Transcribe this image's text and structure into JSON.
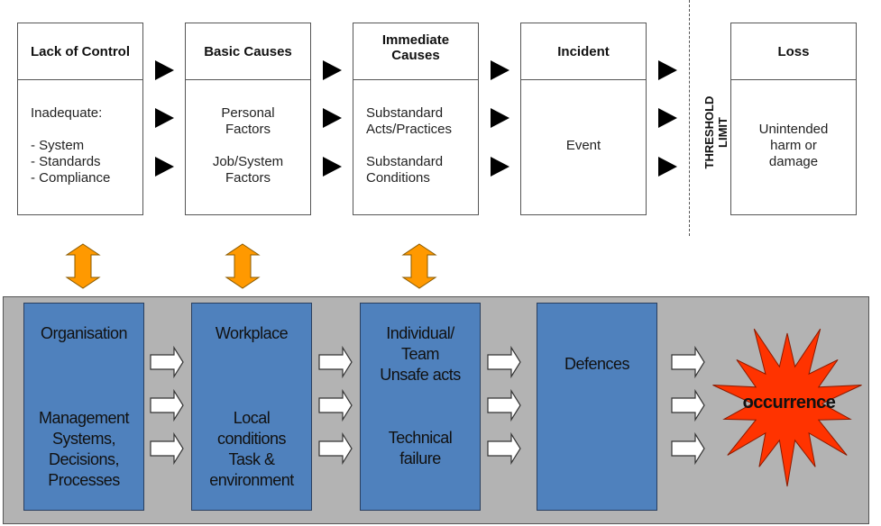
{
  "top_row": [
    {
      "title": "Lack of Control",
      "body": [
        "Inadequate:",
        "- System\n- Standards\n- Compliance"
      ]
    },
    {
      "title": "Basic Causes",
      "body": [
        "Personal\nFactors",
        "Job/System\nFactors"
      ]
    },
    {
      "title": "Immediate\nCauses",
      "body": [
        "Substandard\nActs/Practices",
        "Substandard\nConditions"
      ]
    },
    {
      "title": "Incident",
      "body": [
        "Event"
      ]
    },
    {
      "title": "Loss",
      "body": [
        "Unintended\nharm or\ndamage"
      ]
    }
  ],
  "threshold_label": "THRESHOLD LIMIT",
  "bottom_row": [
    {
      "top": "Organisation",
      "bottom": "Management\nSystems,\nDecisions,\nProcesses"
    },
    {
      "top": "Workplace",
      "bottom": "Local\nconditions\nTask &\nenvironment"
    },
    {
      "top": "Individual/\nTeam\nUnsafe acts",
      "bottom": "Technical\nfailure"
    },
    {
      "top": "Defences"
    }
  ],
  "outcome": "occurrence",
  "colors": {
    "blue_box": "#4f81bd",
    "panel": "#b3b3b3",
    "orange_arrow": "#ff9900",
    "starburst": "#ff3300"
  }
}
